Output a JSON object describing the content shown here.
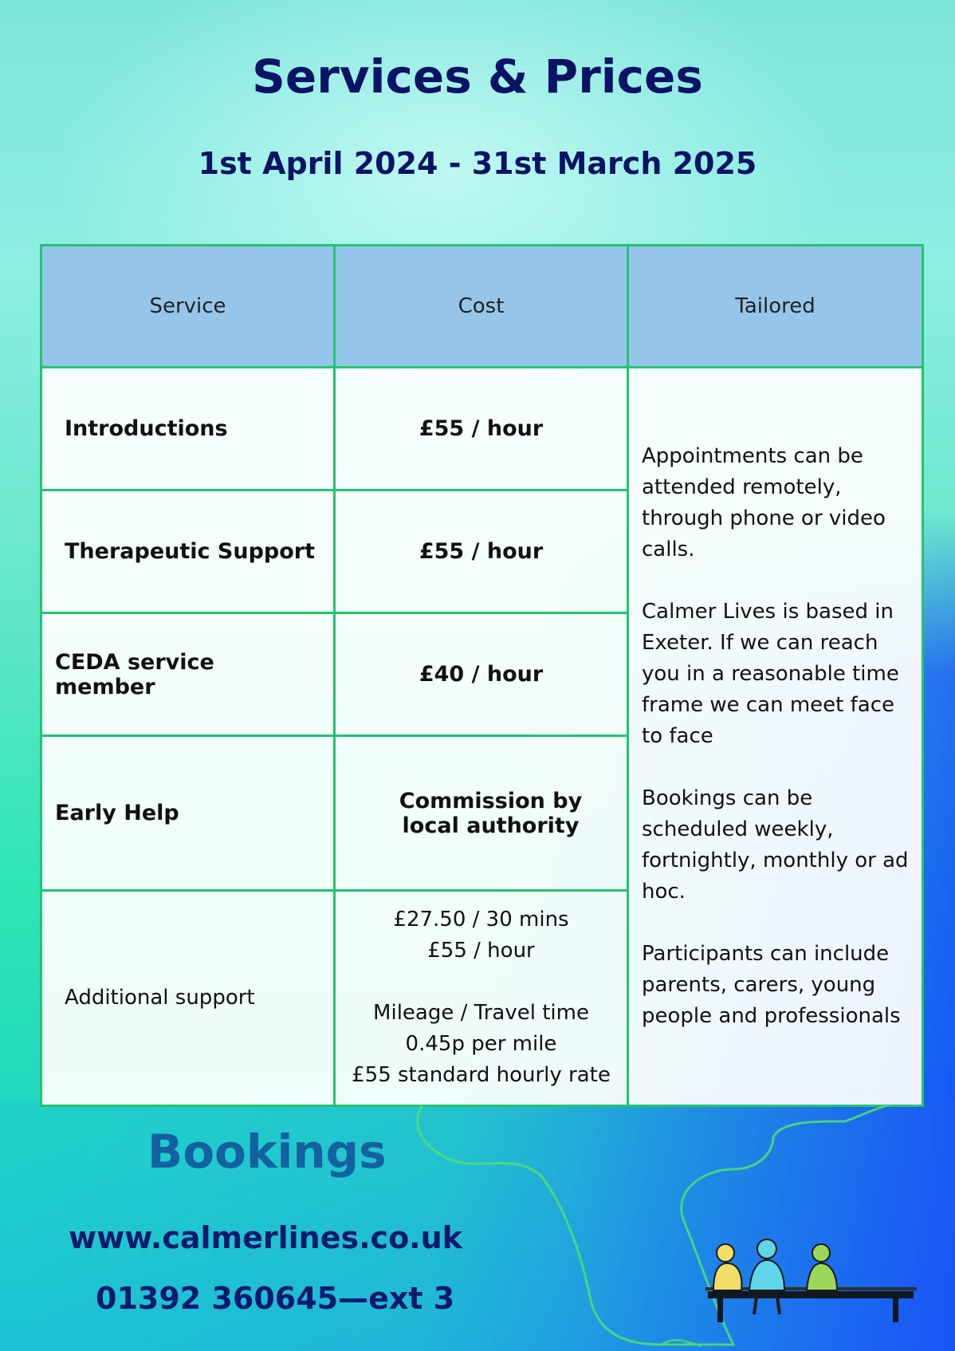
{
  "header": {
    "title": "Services & Prices",
    "subtitle": "1st April 2024 - 31st March 2025"
  },
  "table": {
    "columns": [
      "Service",
      "Cost",
      "Tailored"
    ],
    "rows": [
      {
        "service": "Introductions",
        "cost": "£55 / hour"
      },
      {
        "service": "Therapeutic Support",
        "cost": "£55 / hour"
      },
      {
        "service": "CEDA service member",
        "cost": "£40 / hour"
      },
      {
        "service": "Early Help",
        "cost": "Commission by local authority"
      },
      {
        "service": "Additional support",
        "cost_lines": [
          "£27.50 / 30 mins",
          "£55 / hour",
          "Mileage / Travel time",
          "0.45p per mile",
          "£55 standard hourly rate"
        ]
      }
    ],
    "tailored": [
      "Appointments can be attended remotely, through phone or video calls.",
      "Calmer Lives is based in Exeter. If we can reach you in a reasonable time frame we can meet face to face",
      "Bookings can be scheduled weekly, fortnightly, monthly or ad hoc.",
      "Participants can include parents, carers, young people and professionals"
    ]
  },
  "bookings": {
    "heading": "Bookings",
    "website": "www.calmerlines.co.uk",
    "phone": "01392 360645—ext 3"
  },
  "colors": {
    "title": "#0b1464",
    "table_border": "#22c46e",
    "header_fill": "#95c6ea",
    "bookings_heading": "#1461a0"
  },
  "icons": [
    "people-on-bench-illustration"
  ]
}
